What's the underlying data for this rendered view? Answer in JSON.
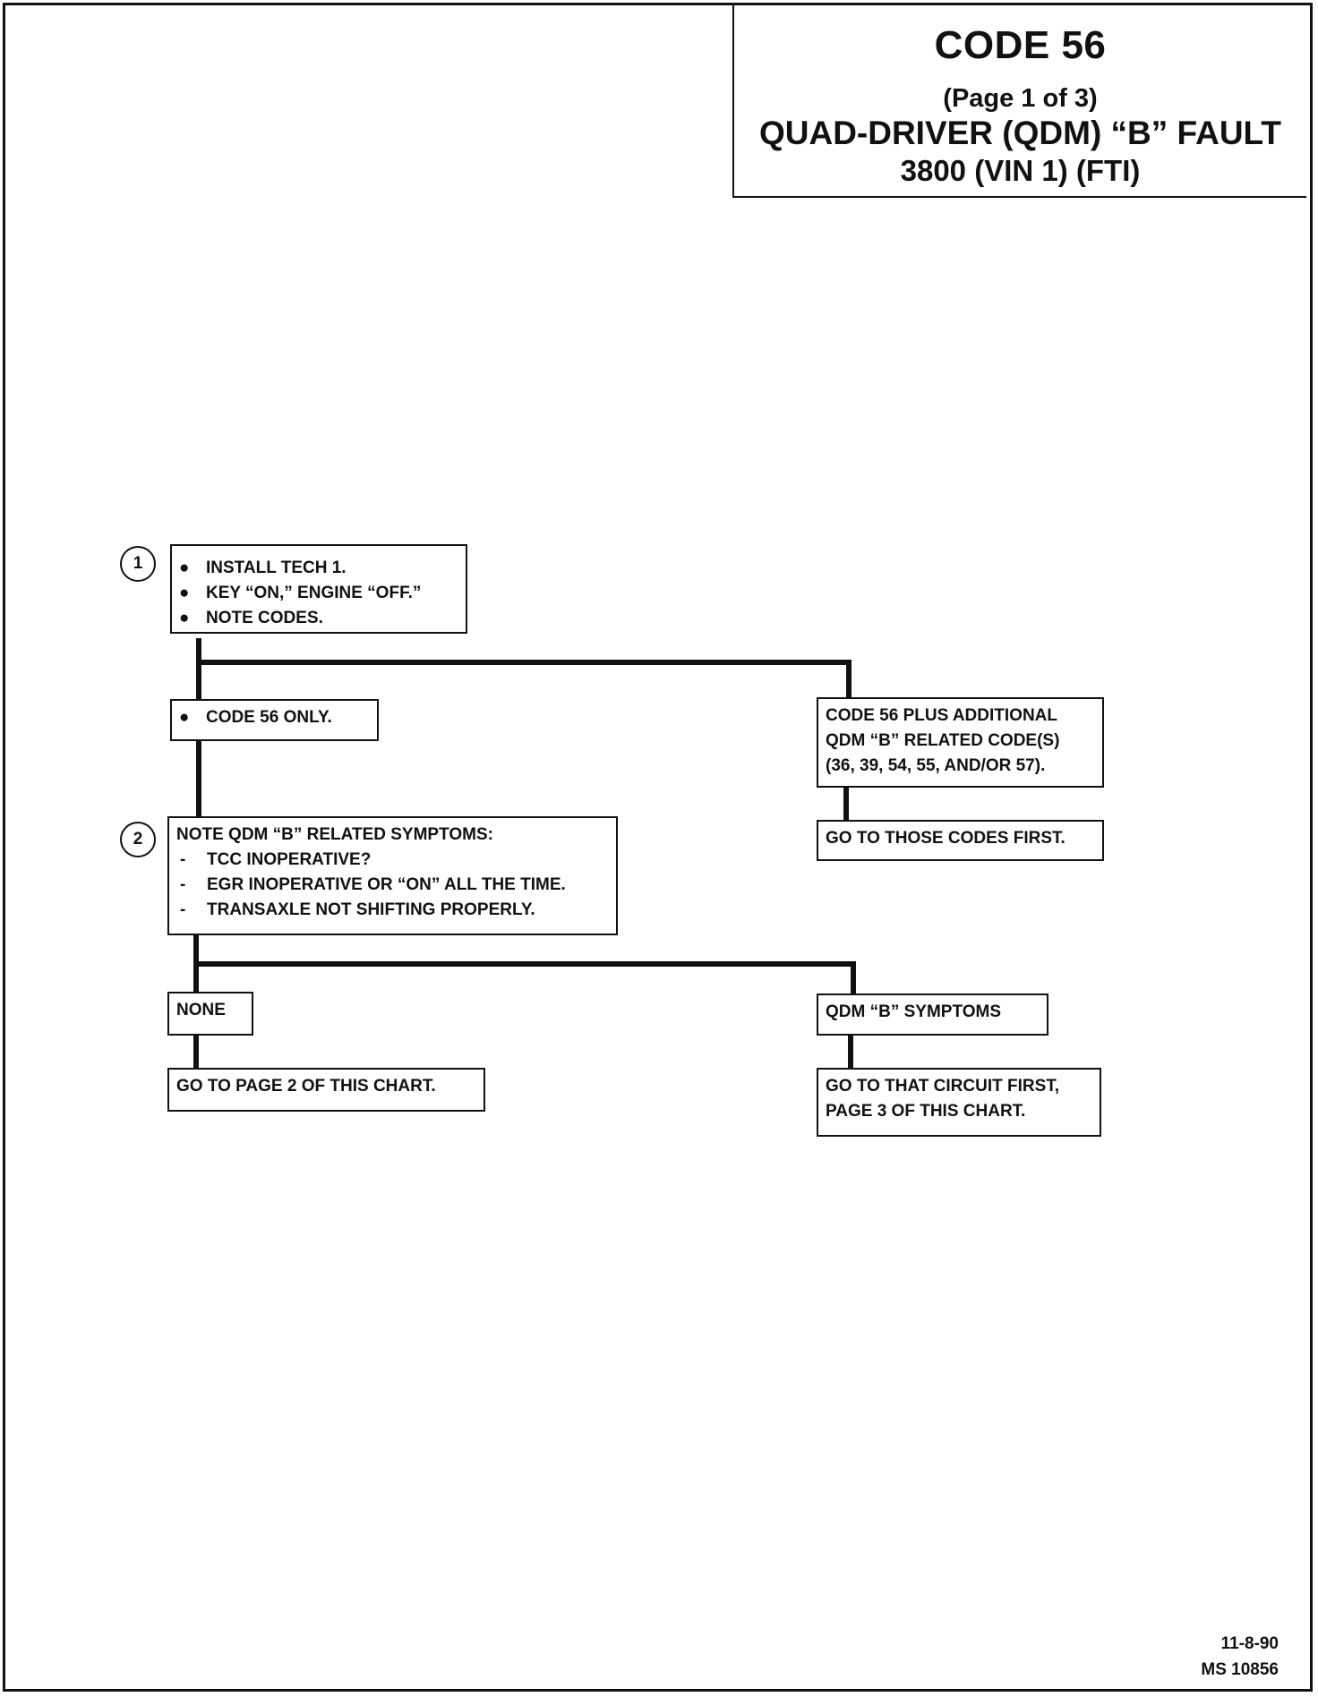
{
  "header": {
    "code": "CODE 56",
    "page": "(Page 1 of 3)",
    "description": "QUAD-DRIVER (QDM) “B” FAULT",
    "engine": "3800  (VIN 1)  (FTI)"
  },
  "steps": {
    "step1": {
      "number": "1",
      "items": [
        "INSTALL TECH 1.",
        "KEY “ON,” ENGINE “OFF.”",
        "NOTE CODES."
      ]
    },
    "step2": {
      "number": "2",
      "heading": "NOTE QDM “B” RELATED SYMPTOMS:",
      "items": [
        "TCC INOPERATIVE?",
        "EGR INOPERATIVE OR “ON” ALL THE TIME.",
        "TRANSAXLE NOT SHIFTING PROPERLY."
      ]
    }
  },
  "outcomes": {
    "code56_only": "CODE 56 ONLY.",
    "code56_plus": [
      "CODE 56 PLUS ADDITIONAL",
      "QDM “B” RELATED CODE(S)",
      "(36, 39, 54, 55, AND/OR 57)."
    ],
    "goto_codes": "GO TO THOSE CODES FIRST.",
    "none": "NONE",
    "goto_page2": "GO TO PAGE 2 OF THIS CHART.",
    "qdm_symptoms": "QDM “B” SYMPTOMS",
    "goto_circuit": [
      "GO TO THAT CIRCUIT FIRST,",
      "PAGE 3 OF THIS CHART."
    ]
  },
  "footer": {
    "date": "11-8-90",
    "ref": "MS 10856"
  }
}
